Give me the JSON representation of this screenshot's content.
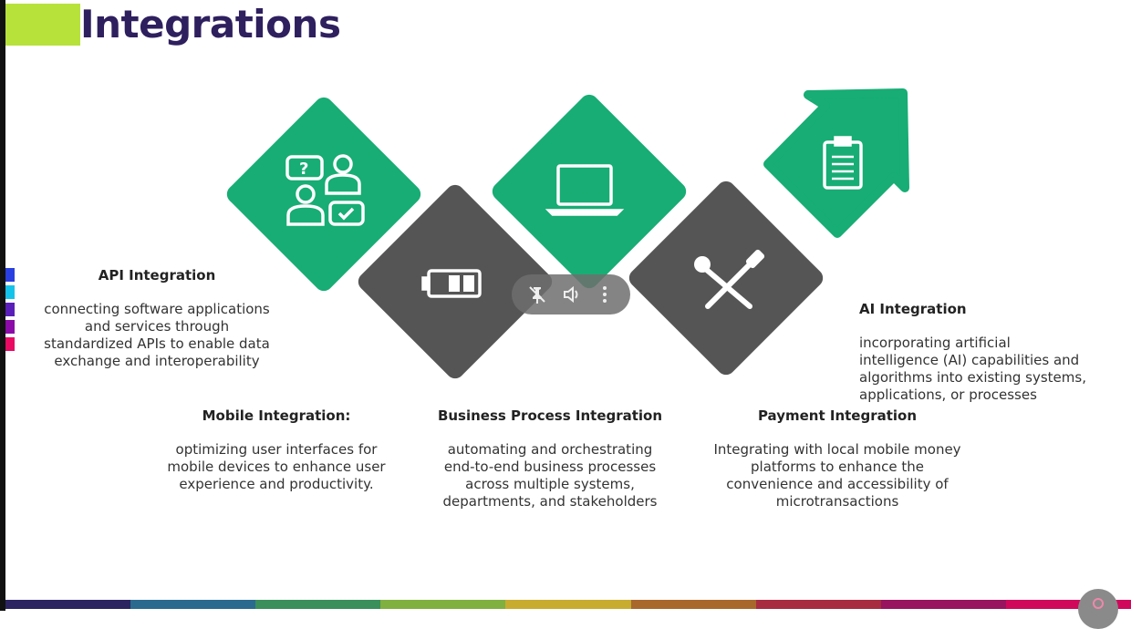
{
  "slide": {
    "title": "Integrations"
  },
  "colors": {
    "green": "#17ad74",
    "gray": "#555555",
    "accent": "#b7e23a",
    "title": "#2e1f5e",
    "swatches": [
      "#2a3fe0",
      "#14c3ea",
      "#5a1fb8",
      "#8b0aa8",
      "#e80a63"
    ],
    "footer": [
      "#2b2461",
      "#2a6a8e",
      "#3a8f5a",
      "#80b040",
      "#c8ac30",
      "#a8682c",
      "#a82c40",
      "#981460",
      "#d0085c"
    ]
  },
  "items": [
    {
      "title": "API Integration",
      "text": [
        "connecting software applications",
        "and services through",
        "standardized APIs to enable data",
        "exchange and interoperability"
      ]
    },
    {
      "title": "Mobile Integration:",
      "text": [
        "optimizing user interfaces for",
        "mobile devices to enhance user",
        "experience and productivity."
      ]
    },
    {
      "title": "Business Process Integration",
      "text": [
        "automating and orchestrating",
        "end-to-end business processes",
        "across multiple systems,",
        "departments, and stakeholders"
      ]
    },
    {
      "title": "Payment Integration",
      "text": [
        "Integrating with local mobile money",
        "platforms to enhance the",
        "convenience and accessibility of",
        "microtransactions"
      ]
    },
    {
      "title": "AI Integration",
      "text": [
        "incorporating artificial",
        "intelligence (AI) capabilities and",
        "algorithms into existing systems,",
        "applications, or processes"
      ]
    }
  ],
  "video_controls": {
    "icons": [
      "unpin-icon",
      "volume-icon",
      "more-options-icon"
    ]
  }
}
